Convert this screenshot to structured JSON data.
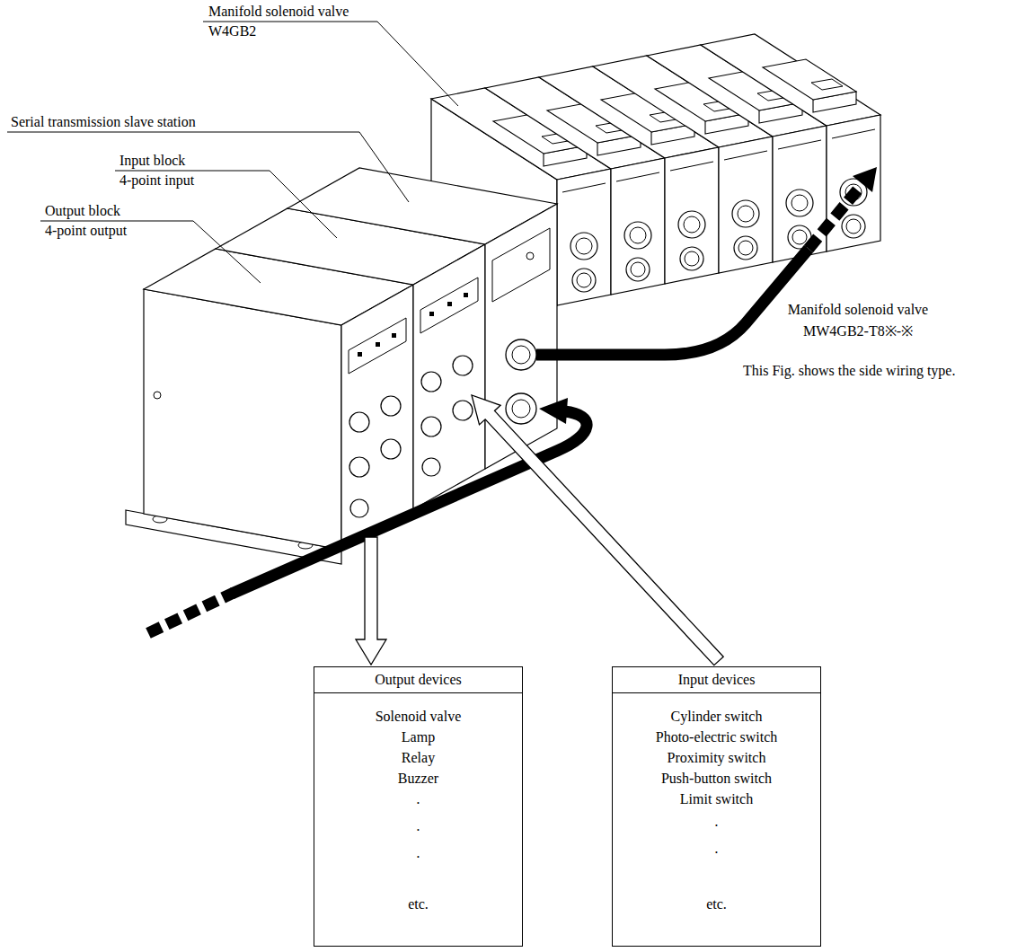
{
  "diagram": {
    "nodes": [
      {
        "text": [
          "Output devices",
          "Solenoid valve",
          "Lamp",
          "Relay",
          "Buzzer",
          "·",
          "·",
          "·",
          "etc."
        ]
      },
      {
        "text": [
          "Input devices",
          "Cylinder switch",
          "Photo-electric switch",
          "Proximity switch",
          "Push-button switch",
          "Limit switch",
          "·",
          "·",
          "etc."
        ]
      }
    ],
    "labels": [
      "Manifold solenoid valve",
      "W4GB2",
      "Serial transmission slave station",
      "Input block",
      "4-point input",
      "Output block",
      "4-point output",
      "Manifold solenoid valve",
      "MW4GB2-T8※-※",
      "This Fig. shows the side wiring type."
    ]
  }
}
